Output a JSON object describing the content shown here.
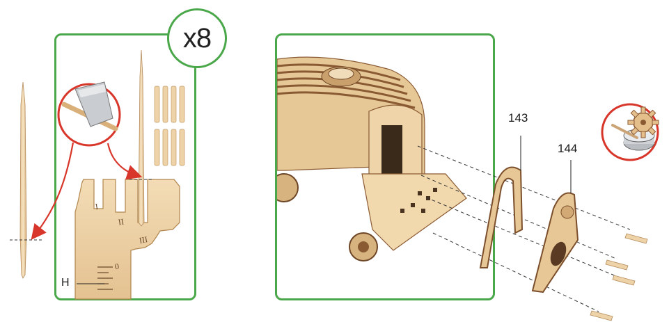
{
  "step": {
    "multiplier": "x8",
    "tool": {
      "mark_label": "H",
      "scale_marks": [
        "I",
        "II",
        "III",
        "0"
      ]
    },
    "parts": [
      {
        "id": "part-143",
        "label": "143"
      },
      {
        "id": "part-144",
        "label": "144"
      }
    ],
    "icons": [
      "knife-cut-icon",
      "glue-pot-icon",
      "gear-icon"
    ],
    "colors": {
      "panel_border": "#4aa84a",
      "wood_light": "#f0d6ae",
      "wood_mid": "#d9b484",
      "wood_dark": "#8a5a33",
      "arrow_red": "#d8362a"
    }
  }
}
